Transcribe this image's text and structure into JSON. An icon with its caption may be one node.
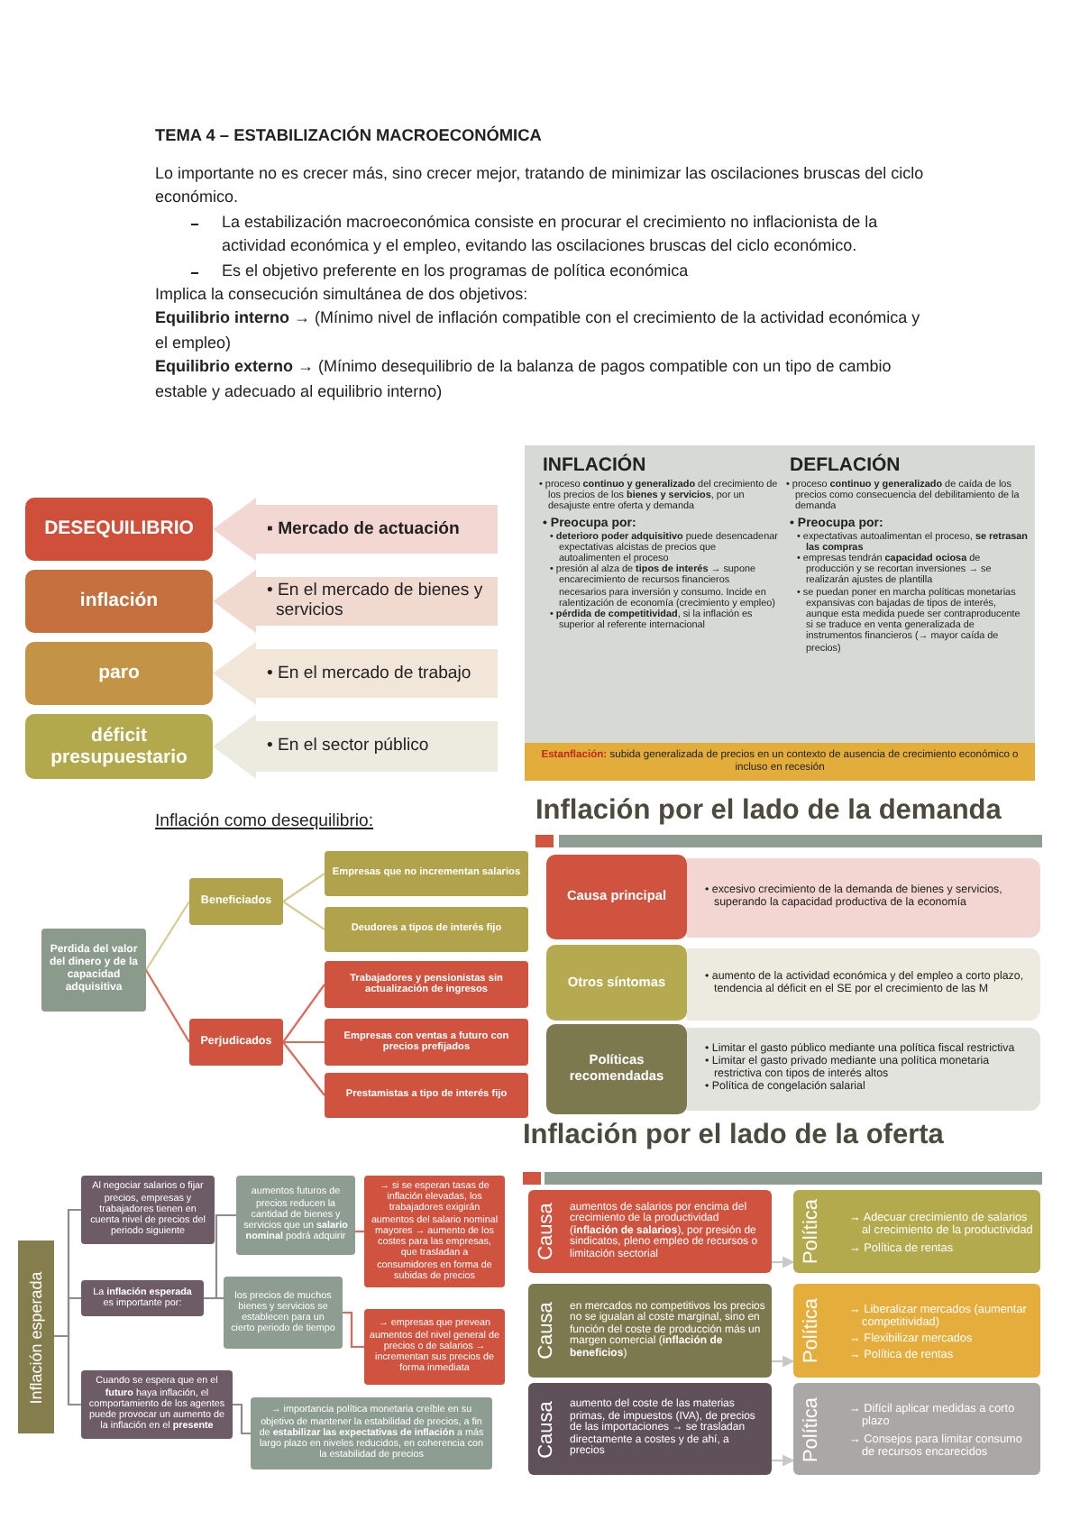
{
  "diagram": {
    "title": "TEMA 4 – ESTABILIZACIÓN MACROECONÓMICA",
    "nodes": [
      {
        "text": [
          "DESEQUILIBRIO"
        ]
      },
      {
        "text": [
          "▪ Mercado de actuación"
        ]
      },
      {
        "text": [
          "inflación"
        ]
      },
      {
        "text": [
          "• En el mercado de bienes y servicios"
        ]
      },
      {
        "text": [
          "paro"
        ]
      },
      {
        "text": [
          "• En el mercado de trabajo"
        ]
      },
      {
        "text": [
          "déficit presupuestario"
        ]
      },
      {
        "text": [
          "• En el sector público"
        ]
      },
      {
        "text": [],
        "shape": "box"
      },
      {
        "text": [
          "INFLACIÓN",
          "• proceso **continuo y generalizado** del crecimiento de los precios de los **bienes y servicios**, por un desajuste entre oferta y demanda",
          "• Preocupa por:",
          "• **deterioro poder adquisitivo** puede desencadenar expectativas alcistas de precios que autoalimenten el proceso",
          "• presión al alza de **tipos de interés** → supone encarecimiento de recursos financieros necesarios para inversión y consumo. Incide en ralentización de economía (crecimiento y empleo)",
          "• **pérdida de competitividad**, si la inflación es superior al referente internacional"
        ],
        "in": 8
      },
      {
        "text": [
          "DEFLACIÓN",
          "• proceso **continuo y generalizado** de caída de los precios como consecuencia del debilitamiento de la demanda",
          "• Preocupa por:",
          "• expectativas autoalimentan el proceso, **se retrasan las compras**",
          "• empresas tendrán **capacidad ociosa** de producción y se recortan inversiones → se realizarán ajustes de plantilla",
          "• se puedan poner en marcha políticas monetarias expansivas con bajadas de tipos de interés, aunque esta medida puede ser contraproducente si se traduce en venta generalizada de instrumentos financieros (→ mayor caída de precios)"
        ],
        "in": 8
      },
      {
        "text": [
          "**Estanflación:** subida generalizada de precios en un contexto de ausencia de crecimiento económico o incluso en recesión"
        ],
        "in": 8
      },
      {
        "text": [
          "Perdida del valor del dinero y de la capacidad adquisitiva"
        ]
      },
      {
        "text": [
          "Beneficiados"
        ]
      },
      {
        "text": [
          "Perjudicados"
        ]
      },
      {
        "text": [
          "Empresas que no incrementan salarios"
        ]
      },
      {
        "text": [
          "Deudores a tipos de interés fijo"
        ]
      },
      {
        "text": [
          "Trabajadores y pensionistas sin actualización de ingresos"
        ]
      },
      {
        "text": [
          "Empresas con ventas a futuro con precios prefijados"
        ]
      },
      {
        "text": [
          "Prestamistas a tipo de interés fijo"
        ]
      },
      {
        "text": [
          "Causa principal"
        ]
      },
      {
        "text": [
          "• excesivo crecimiento de la demanda de bienes y servicios, superando la capacidad productiva de la economía"
        ]
      },
      {
        "text": [
          "Otros síntomas"
        ]
      },
      {
        "text": [
          "• aumento de la actividad económica y del empleo a corto plazo, tendencia al déficit en el SE por el crecimiento de las M"
        ]
      },
      {
        "text": [
          "Políticas recomendadas"
        ]
      },
      {
        "text": [
          "• Limitar el gasto público mediante una política fiscal restrictiva",
          "• Limitar el gasto privado mediante una política monetaria restrictiva con tipos de interés altos",
          "• Política de congelación salarial"
        ]
      },
      {
        "text": [
          "Inflación esperada"
        ]
      },
      {
        "text": [
          "Al negociar salarios o fijar precios, empresas y trabajadores tienen en cuenta nivel de precios del periodo siguiente"
        ]
      },
      {
        "text": [
          "La **inflación esperada** es importante por:"
        ]
      },
      {
        "text": [
          "Cuando se espera que en el **futuro** haya inflación, el comportamiento de los agentes puede provocar un aumento de la inflación en el **presente**"
        ]
      },
      {
        "text": [
          "aumentos futuros de precios reducen la cantidad de bienes y servicios que un **salario nominal** podrá adquirir"
        ]
      },
      {
        "text": [
          "los precios de muchos bienes y servicios se establecen para un cierto periodo de tiempo"
        ]
      },
      {
        "text": [
          "→ si se esperan tasas de inflación elevadas, los trabajadores exigirán aumentos del salario nominal mayores → aumento de los costes para las empresas, que trasladan a consumidores en forma de subidas de precios"
        ]
      },
      {
        "text": [
          "→ empresas que prevean aumentos del nivel general de precios o de salarios → incrementan sus precios de forma inmediata"
        ]
      },
      {
        "text": [
          "→ importancia política monetaria creíble en su objetivo de mantener la estabilidad de precios, a fin de **estabilizar las expectativas de inflación** a más largo plazo en niveles reducidos, en coherencia con la estabilidad de precios"
        ]
      },
      {
        "text": [
          "Causa",
          "aumentos de salarios por encima del crecimiento de la productividad (**inflación de salarios**), por presión de sindicatos, pleno empleo de recursos o limitación sectorial"
        ]
      },
      {
        "text": [
          "Política",
          "→ Adecuar crecimiento de salarios al crecimiento de la productividad",
          "→ Política de rentas"
        ]
      },
      {
        "text": [
          "Causa",
          "en mercados no competitivos los precios no se igualan al coste marginal, sino en función del coste de producción más un margen comercial (**inflación de beneficios**)"
        ]
      },
      {
        "text": [
          "Política",
          "→ Liberalizar mercados (aumentar competitividad)",
          "→ Flexibilizar mercados",
          "→ Política de rentas"
        ]
      },
      {
        "text": [
          "Causa",
          "aumento del coste de las materias primas, de impuestos (IVA), de precios de las importaciones → se trasladan directamente a costes y de ahí, a precios"
        ]
      },
      {
        "text": [
          "Política",
          "→ Difícil aplicar medidas a corto plazo",
          "→ Consejos para limitar consumo de recursos encarecidos"
        ]
      }
    ],
    "edges": [
      {
        "from": 12,
        "to": 13,
        "arrow": "none",
        "color": "#d6cc94"
      },
      {
        "from": 12,
        "to": 14,
        "arrow": "none",
        "color": "#dc6a58"
      },
      {
        "from": 13,
        "to": 15,
        "arrow": "none",
        "color": "#d6cc94"
      },
      {
        "from": 13,
        "to": 16,
        "arrow": "none",
        "color": "#d6cc94"
      },
      {
        "from": 14,
        "to": 17,
        "arrow": "none",
        "color": "#dc6a58"
      },
      {
        "from": 14,
        "to": 18,
        "arrow": "none",
        "color": "#dc6a58"
      },
      {
        "from": 14,
        "to": 19,
        "arrow": "none",
        "color": "#dc6a58"
      },
      {
        "from": 26,
        "to": 27,
        "arrow": "none"
      },
      {
        "from": 26,
        "to": 28,
        "arrow": "none"
      },
      {
        "from": 26,
        "to": 29,
        "arrow": "none"
      },
      {
        "from": 28,
        "to": 30,
        "arrow": "none"
      },
      {
        "from": 28,
        "to": 31,
        "arrow": "none"
      },
      {
        "from": 30,
        "to": 32,
        "arrow": "none",
        "color": "#dc6a58"
      },
      {
        "from": 31,
        "to": 33,
        "arrow": "none",
        "color": "#dc6a58"
      },
      {
        "from": 29,
        "to": 34,
        "arrow": "none"
      },
      {
        "from": 35,
        "to": 36,
        "arrow": "to",
        "color": "#c8c8c8"
      },
      {
        "from": 37,
        "to": 38,
        "arrow": "to",
        "color": "#c8c8c8"
      },
      {
        "from": 39,
        "to": 40,
        "arrow": "to",
        "color": "#c8c8c8"
      }
    ],
    "labels": [
      "Lo importante no es crecer más, sino crecer mejor, tratando de minimizar las oscilaciones bruscas del ciclo económico.",
      "La estabilización macroeconómica consiste en procurar el crecimiento no inflacionista de la actividad económica y el empleo, evitando las oscilaciones bruscas del ciclo económico.",
      "Es el objetivo preferente en los programas de política económica",
      "Implica la consecución simultánea de dos objetivos:",
      "**Equilibrio interno** → (Mínimo nivel de inflación compatible con el crecimiento de la actividad económica y el empleo)",
      "**Equilibrio externo** → (Mínimo desequilibrio de la balanza de pagos compatible con un tipo de cambio estable y adecuado al equilibrio interno)",
      "Inflación como desequilibrio:",
      "Inflación por el lado de la demanda",
      "Inflación por el lado de la oferta"
    ]
  }
}
